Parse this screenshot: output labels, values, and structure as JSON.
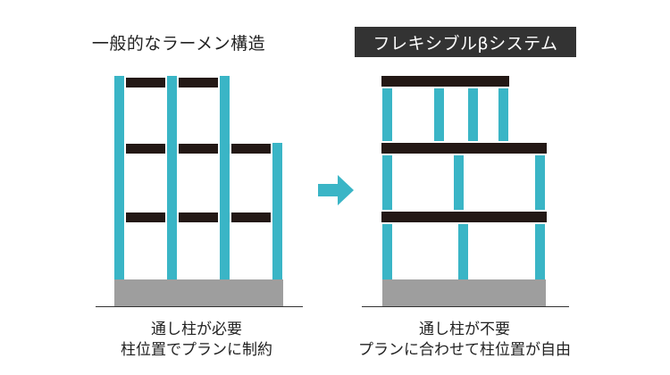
{
  "colors": {
    "column": "#3ab5c6",
    "beam": "#231815",
    "foundation": "#9e9e9e",
    "arrow": "#3ab5c6"
  },
  "left": {
    "title": "一般的なラーメン構造",
    "caption_line1": "通し柱が必要",
    "caption_line2": "柱位置でプランに制約"
  },
  "right": {
    "title": "フレキシブルβシステム",
    "caption_line1": "通し柱が不要",
    "caption_line2": "プランに合わせて柱位置が自由"
  },
  "arrow_icon": "right-arrow-icon"
}
